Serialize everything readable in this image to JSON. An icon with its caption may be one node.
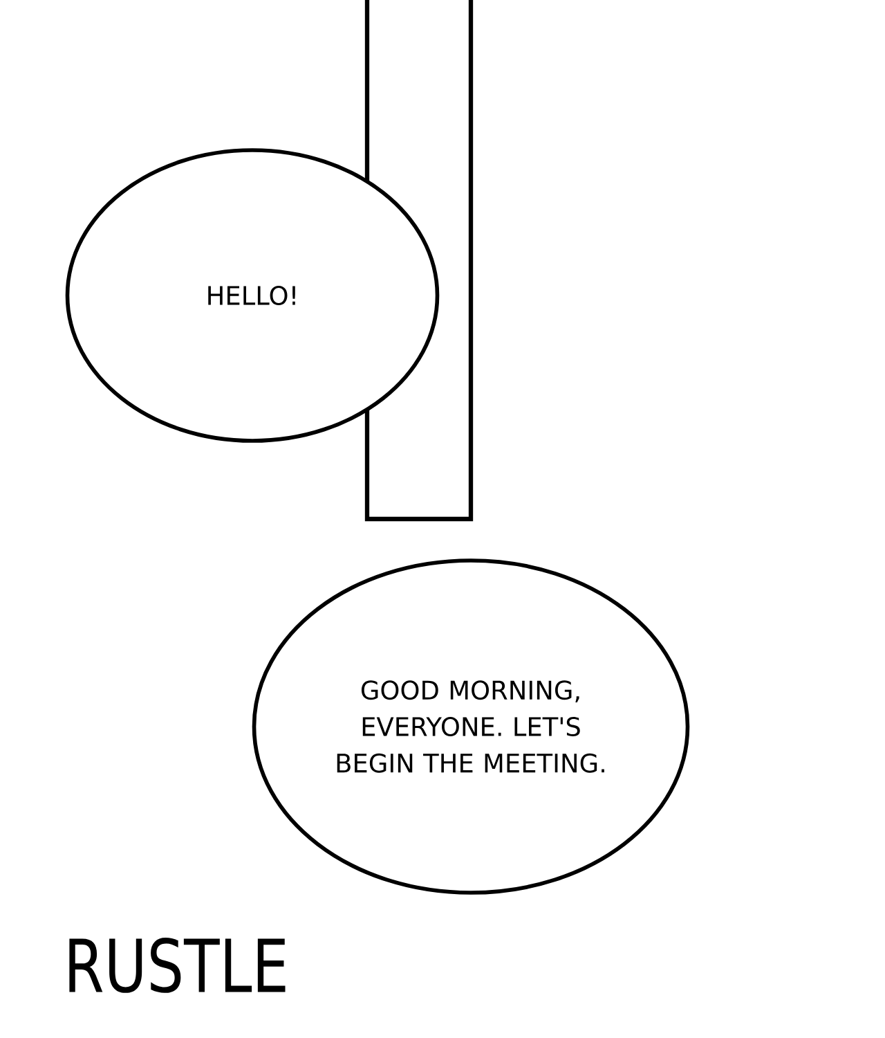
{
  "diagram": {
    "nodes": [
      {
        "text": [
          "HELLO!"
        ]
      },
      {
        "text": [
          "GOOD MORNING, EVERYONE. LET'S BEGIN THE MEETING."
        ]
      }
    ],
    "labels": [
      "RUSTLE"
    ]
  }
}
